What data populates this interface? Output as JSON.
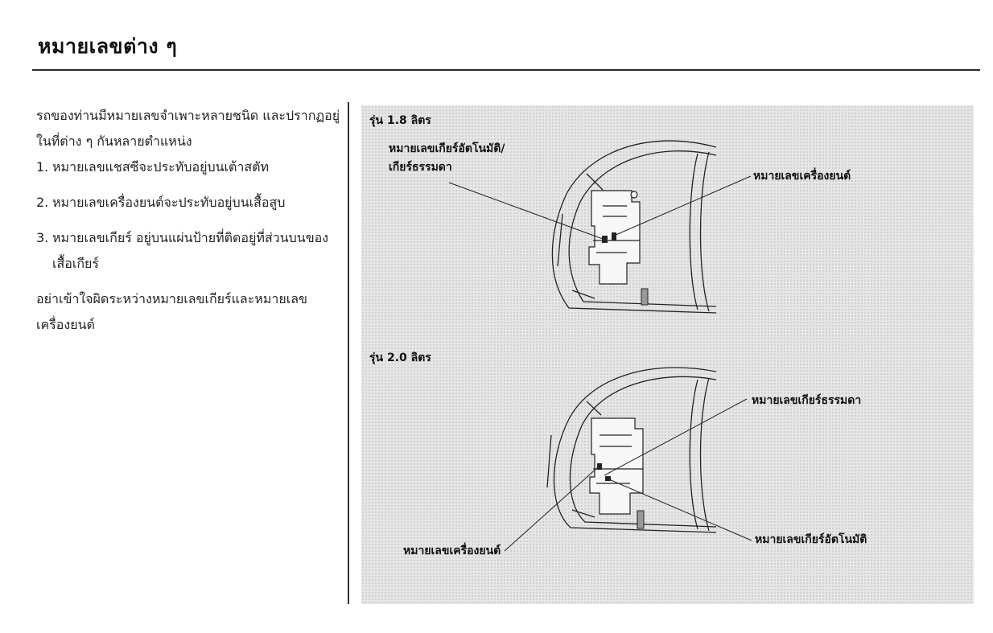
{
  "title": "หมายเลขต่าง ๆ",
  "left_column": {
    "intro": "รถของท่านมีหมายเลขจำเพาะหลายชนิด และปรากฏอยู่ในที่ต่าง ๆ กันหลายตำแหน่ง",
    "items": [
      {
        "num": "1.",
        "text": "หมายเลขแชสซีจะประทับอยู่บนเต้าสตัท"
      },
      {
        "num": "2.",
        "text": "หมายเลขเครื่องยนต์จะประทับอยู่บนเสื้อสูบ"
      },
      {
        "num": "3.",
        "text": "หมายเลขเกียร์ อยู่บนแผ่นป้ายที่ติดอยู่ที่ส่วนบนของเสื้อเกียร์"
      }
    ],
    "warning": "อย่าเข้าใจผิดระหว่างหมายเลขเกียร์และหมายเลขเครื่องยนต์"
  },
  "diagram": {
    "model_1": {
      "heading": "รุ่น 1.8 ลิตร",
      "transmission_label_line1": "หมายเลขเกียร์อัตโนมัติ/",
      "transmission_label_line2": "เกียร์ธรรมดา",
      "engine_label": "หมายเลขเครื่องยนต์"
    },
    "model_2": {
      "heading": "รุ่น 2.0 ลิตร",
      "manual_label": "หมายเลขเกียร์ธรรมดา",
      "engine_label": "หมายเลขเครื่องยนต์",
      "auto_label": "หมายเลขเกียร์อัตโนมัติ"
    }
  }
}
